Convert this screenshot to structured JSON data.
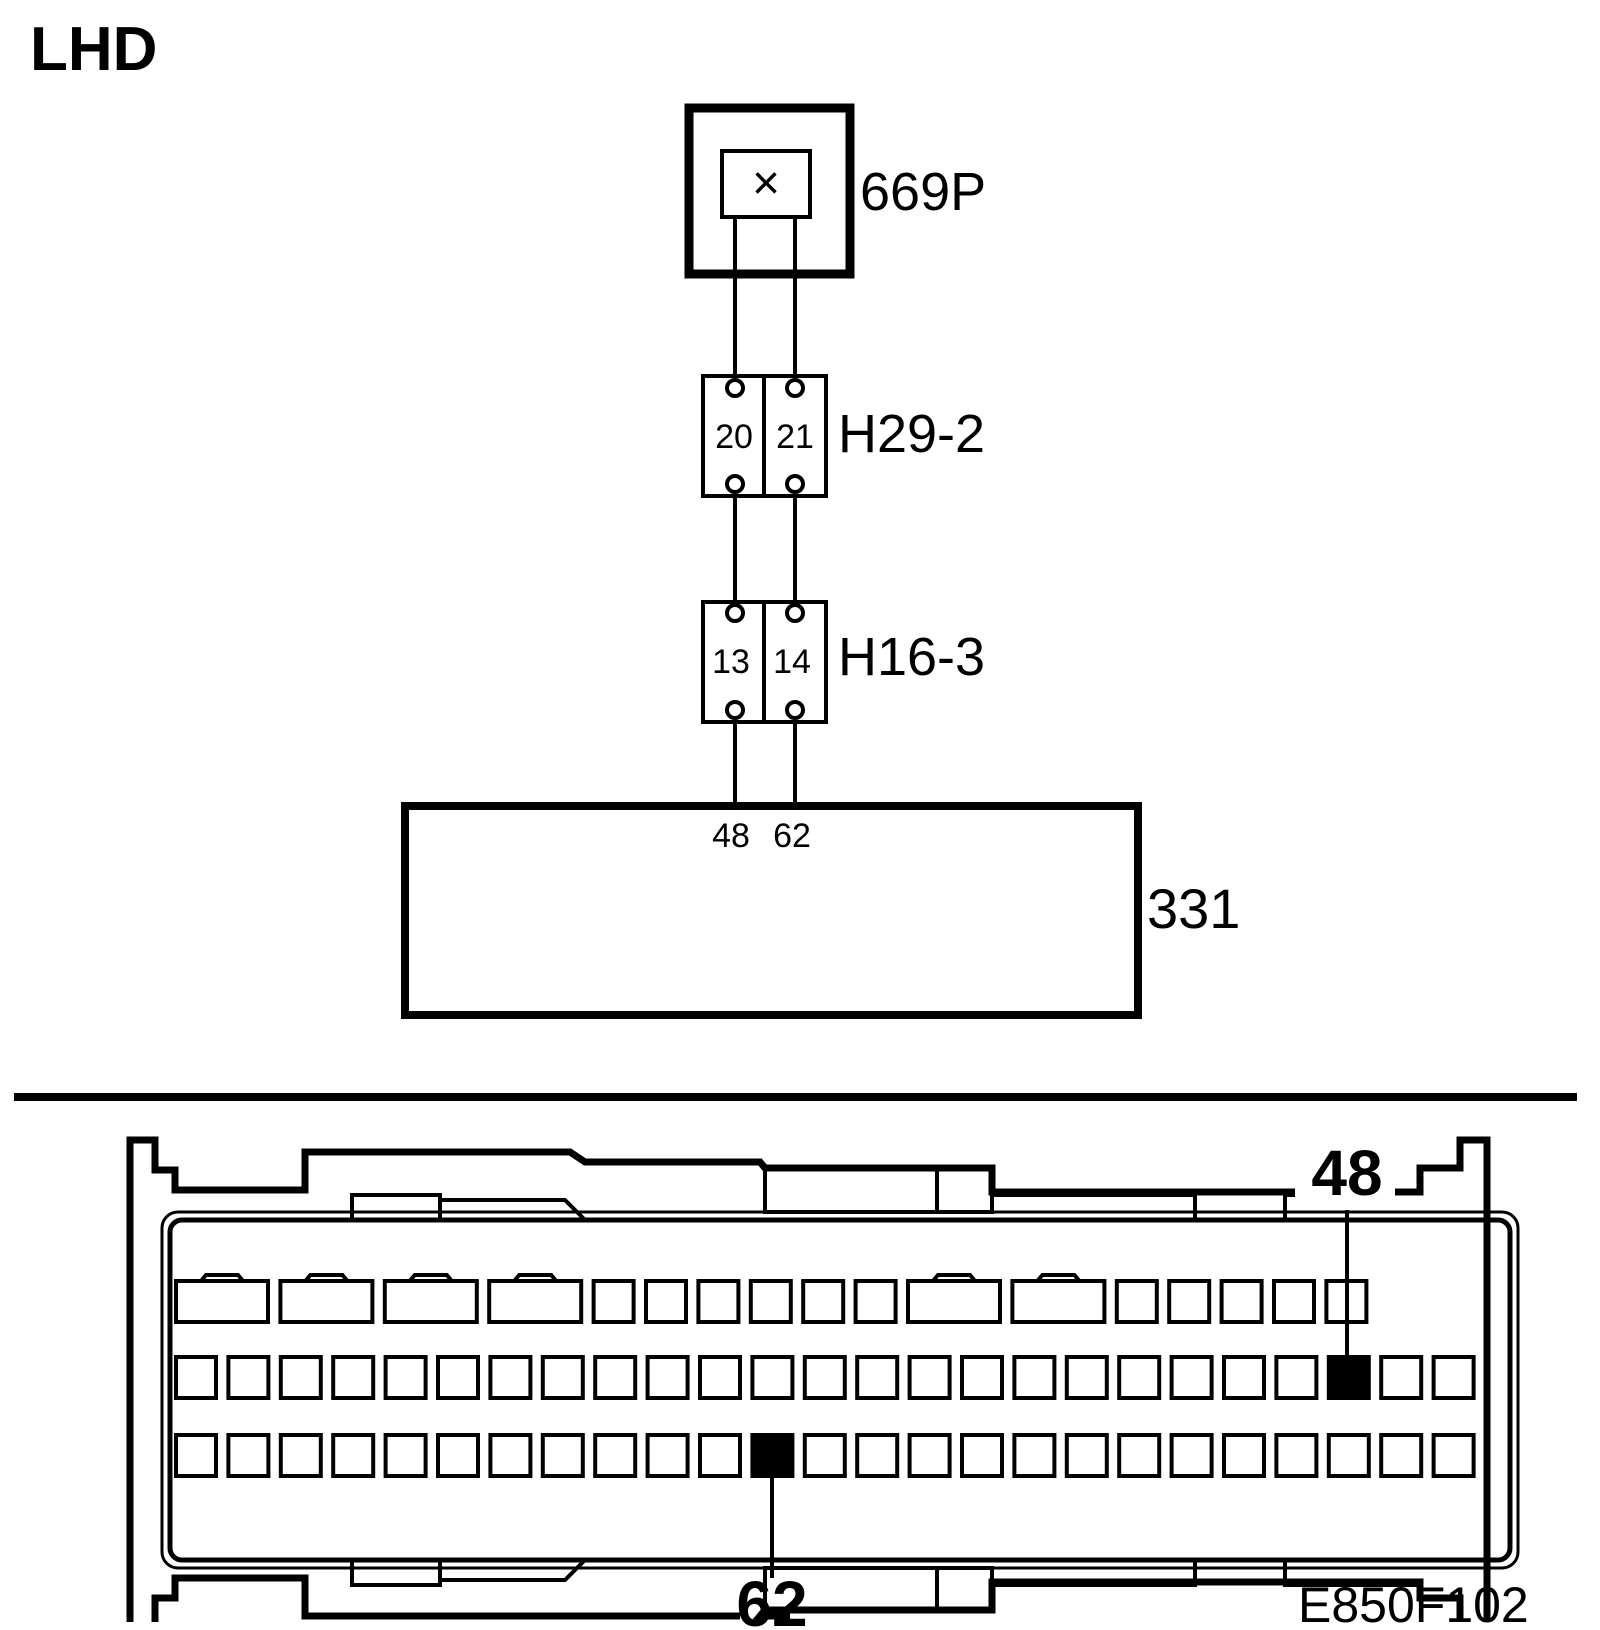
{
  "header": {
    "title": "LHD"
  },
  "components": {
    "sensor": {
      "label": "669P",
      "symbol": "×"
    },
    "connector_h29": {
      "label": "H29-2",
      "pins": [
        "20",
        "21"
      ]
    },
    "connector_h16": {
      "label": "H16-3",
      "pins": [
        "13",
        "14"
      ]
    },
    "module": {
      "label": "331",
      "pins": [
        "48",
        "62"
      ]
    }
  },
  "connector_face": {
    "highlight_upper": "48",
    "highlight_lower": "62"
  },
  "footer": {
    "figure_code": "E850F102"
  }
}
